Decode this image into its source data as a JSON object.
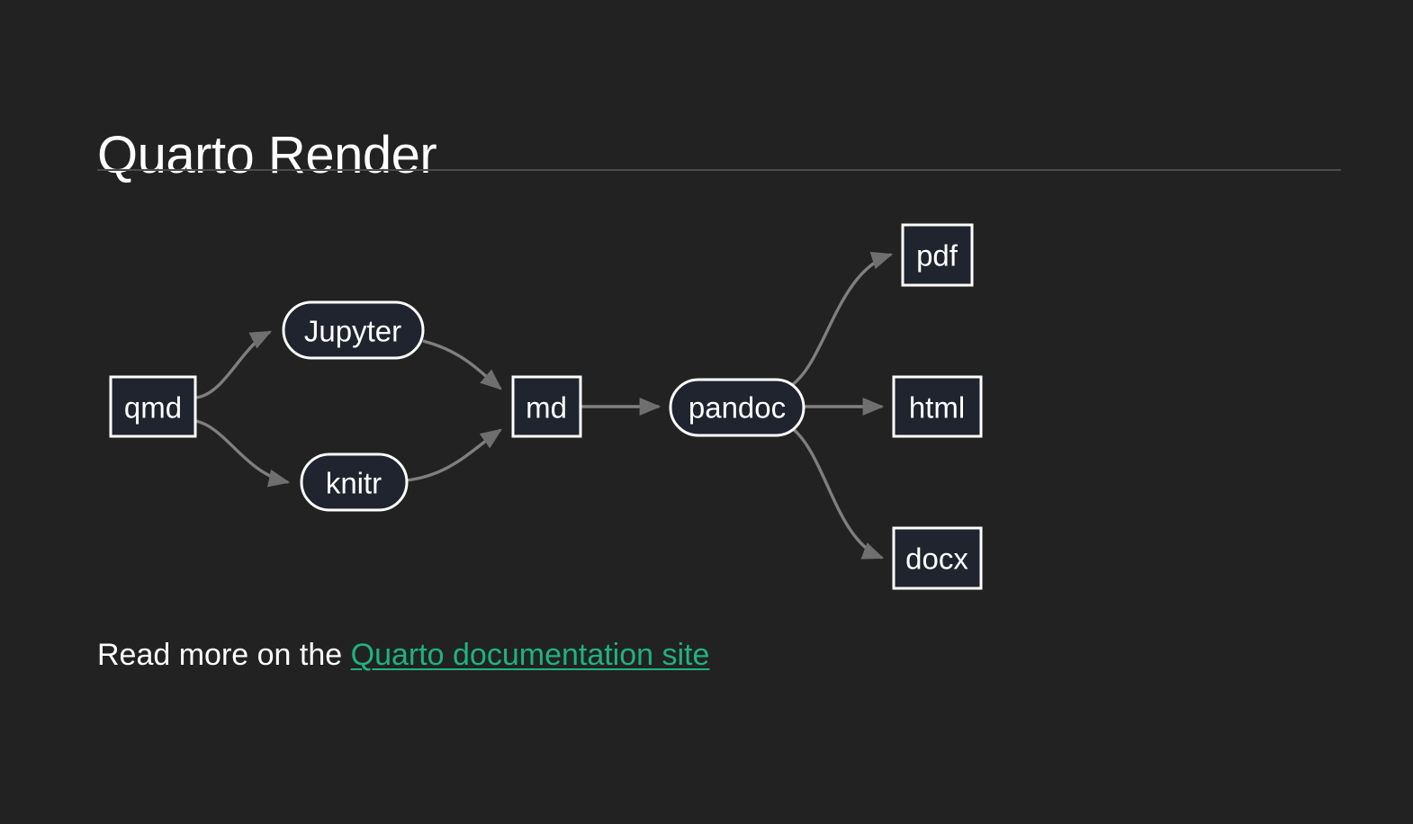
{
  "slide": {
    "title": "Quarto Render",
    "background_color": "#222222",
    "text_color": "#ffffff",
    "rule_color": "#4a4a4a"
  },
  "diagram": {
    "type": "flowchart",
    "direction": "left-to-right",
    "node_fill": "#1f242e",
    "node_stroke": "#ffffff",
    "edge_color": "#7f7f7f",
    "nodes": [
      {
        "id": "qmd",
        "label": "qmd",
        "shape": "rect"
      },
      {
        "id": "jupyter",
        "label": "Jupyter",
        "shape": "stadium"
      },
      {
        "id": "knitr",
        "label": "knitr",
        "shape": "stadium"
      },
      {
        "id": "md",
        "label": "md",
        "shape": "rect"
      },
      {
        "id": "pandoc",
        "label": "pandoc",
        "shape": "stadium"
      },
      {
        "id": "pdf",
        "label": "pdf",
        "shape": "rect"
      },
      {
        "id": "html",
        "label": "html",
        "shape": "rect"
      },
      {
        "id": "docx",
        "label": "docx",
        "shape": "rect"
      }
    ],
    "edges": [
      {
        "from": "qmd",
        "to": "jupyter"
      },
      {
        "from": "qmd",
        "to": "knitr"
      },
      {
        "from": "jupyter",
        "to": "md"
      },
      {
        "from": "knitr",
        "to": "md"
      },
      {
        "from": "md",
        "to": "pandoc"
      },
      {
        "from": "pandoc",
        "to": "pdf"
      },
      {
        "from": "pandoc",
        "to": "html"
      },
      {
        "from": "pandoc",
        "to": "docx"
      }
    ]
  },
  "footer": {
    "text_before": "Read more on the ",
    "link_label": "Quarto documentation site",
    "link_color": "#1fb280"
  }
}
